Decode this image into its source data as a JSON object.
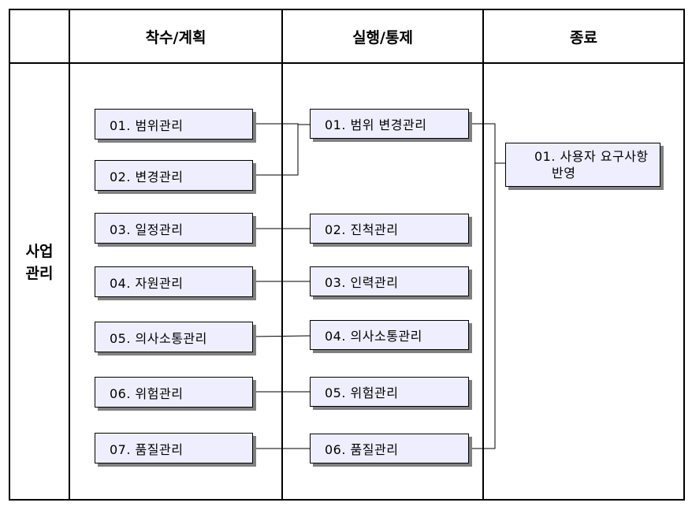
{
  "header": {
    "col1": "착수/계획",
    "col2": "실행/통제",
    "col3": "종료"
  },
  "row_label": [
    "사업",
    "관리"
  ],
  "col1_items": [
    "01. 범위관리",
    "02. 변경관리",
    "03. 일정관리",
    "04. 자원관리",
    "05. 의사소통관리",
    "06. 위험관리",
    "07. 품질관리"
  ],
  "col2_items": [
    "01. 범위 변경관리",
    "02. 진척관리",
    "03. 인력관리",
    "04. 의사소통관리",
    "05. 위험관리",
    "06. 품질관리"
  ],
  "col3_item": {
    "line1": "01. 사용자 요구사항",
    "line2": "반영"
  },
  "colors": {
    "box_fill": "#eeeeff",
    "box_shadow": "#808080",
    "lines": "#000000"
  }
}
